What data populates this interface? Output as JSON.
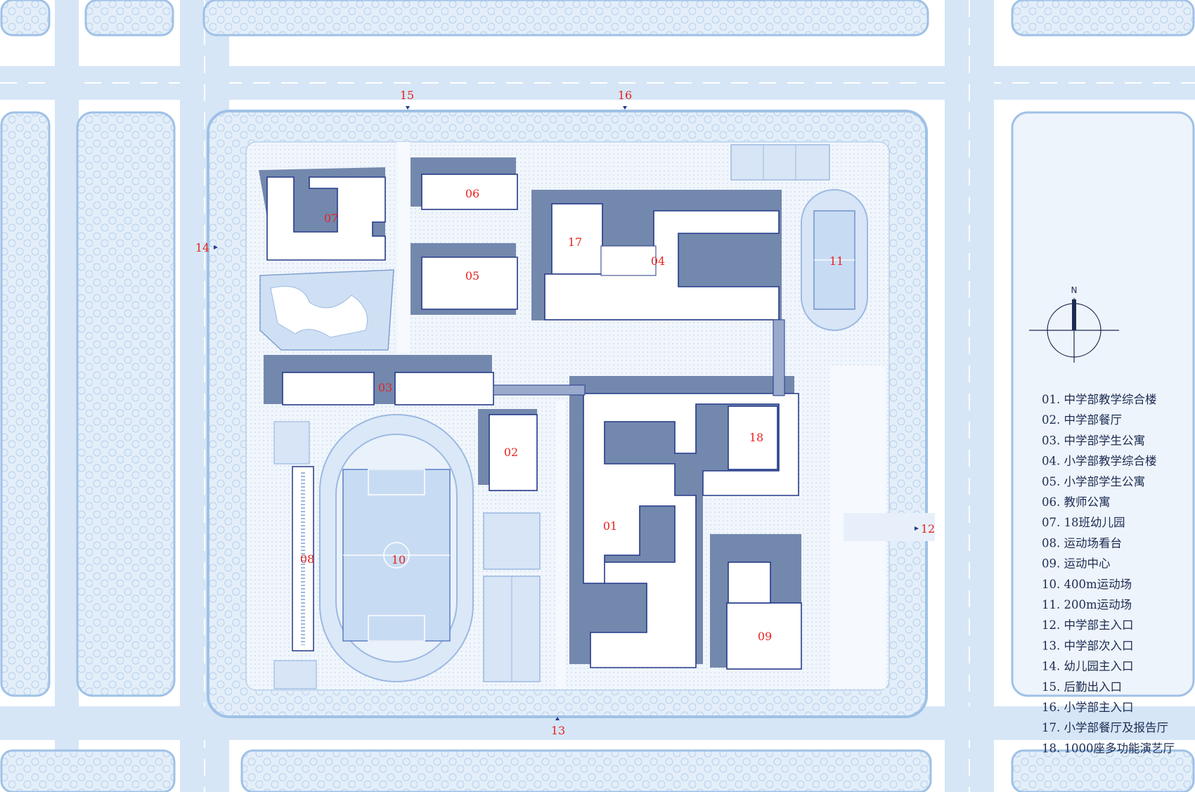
{
  "plan": {
    "north_label": "N",
    "building_labels": {
      "b01": "01",
      "b02": "02",
      "b03": "03",
      "b04": "04",
      "b05": "05",
      "b06": "06",
      "b07": "07",
      "b08": "08",
      "b09": "09",
      "b10": "10",
      "b11": "11",
      "b17": "17",
      "b18": "18"
    },
    "entrance_labels": {
      "e12": "12",
      "e13": "13",
      "e14": "14",
      "e15": "15",
      "e16": "16"
    }
  },
  "legend": [
    "01. 中学部教学综合楼",
    "02. 中学部餐厅",
    "03. 中学部学生公寓",
    "04. 小学部教学综合楼",
    "05. 小学部学生公寓",
    "06. 教师公寓",
    "07. 18班幼儿园",
    "08. 运动场看台",
    "09. 运动中心",
    "10. 400m运动场",
    "11. 200m运动场",
    "12. 中学部主入口",
    "13. 中学部次入口",
    "14. 幼儿园主入口",
    "15. 后勤出入口",
    "16. 小学部主入口",
    "17. 小学部餐厅及报告厅",
    "18. 1000座多功能演艺厅"
  ],
  "colors": {
    "road": "#d6e6f6",
    "road_edge": "#9fc1e6",
    "green": "#e2eef9",
    "building_fill": "#ffffff",
    "building_stroke": "#253a8a",
    "shadow": "#7388ad",
    "field": "#c7dcf3",
    "label": "#e8231f",
    "legend_text": "#1b2b52"
  }
}
